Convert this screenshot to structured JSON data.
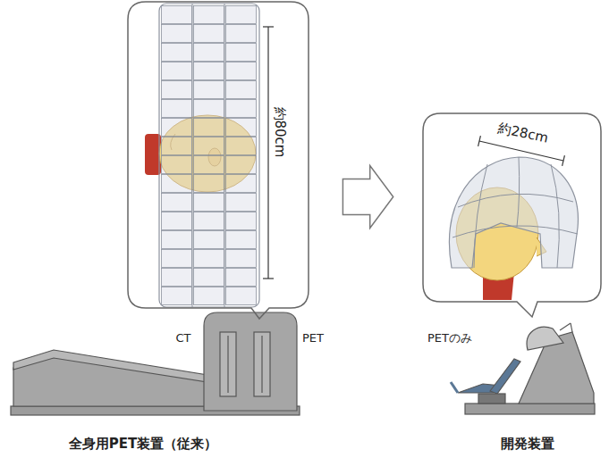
{
  "diagram": {
    "nodes": [
      {
        "text": [
          "約80cm"
        ]
      },
      {
        "text": [
          "約28cm"
        ]
      }
    ],
    "edges": [
      {
        "from": 0,
        "to": 1,
        "arrow": "to"
      }
    ],
    "labels": [
      "CT",
      "PET",
      "PETのみ",
      "全身用PET装置（従来）",
      "開発装置"
    ]
  }
}
